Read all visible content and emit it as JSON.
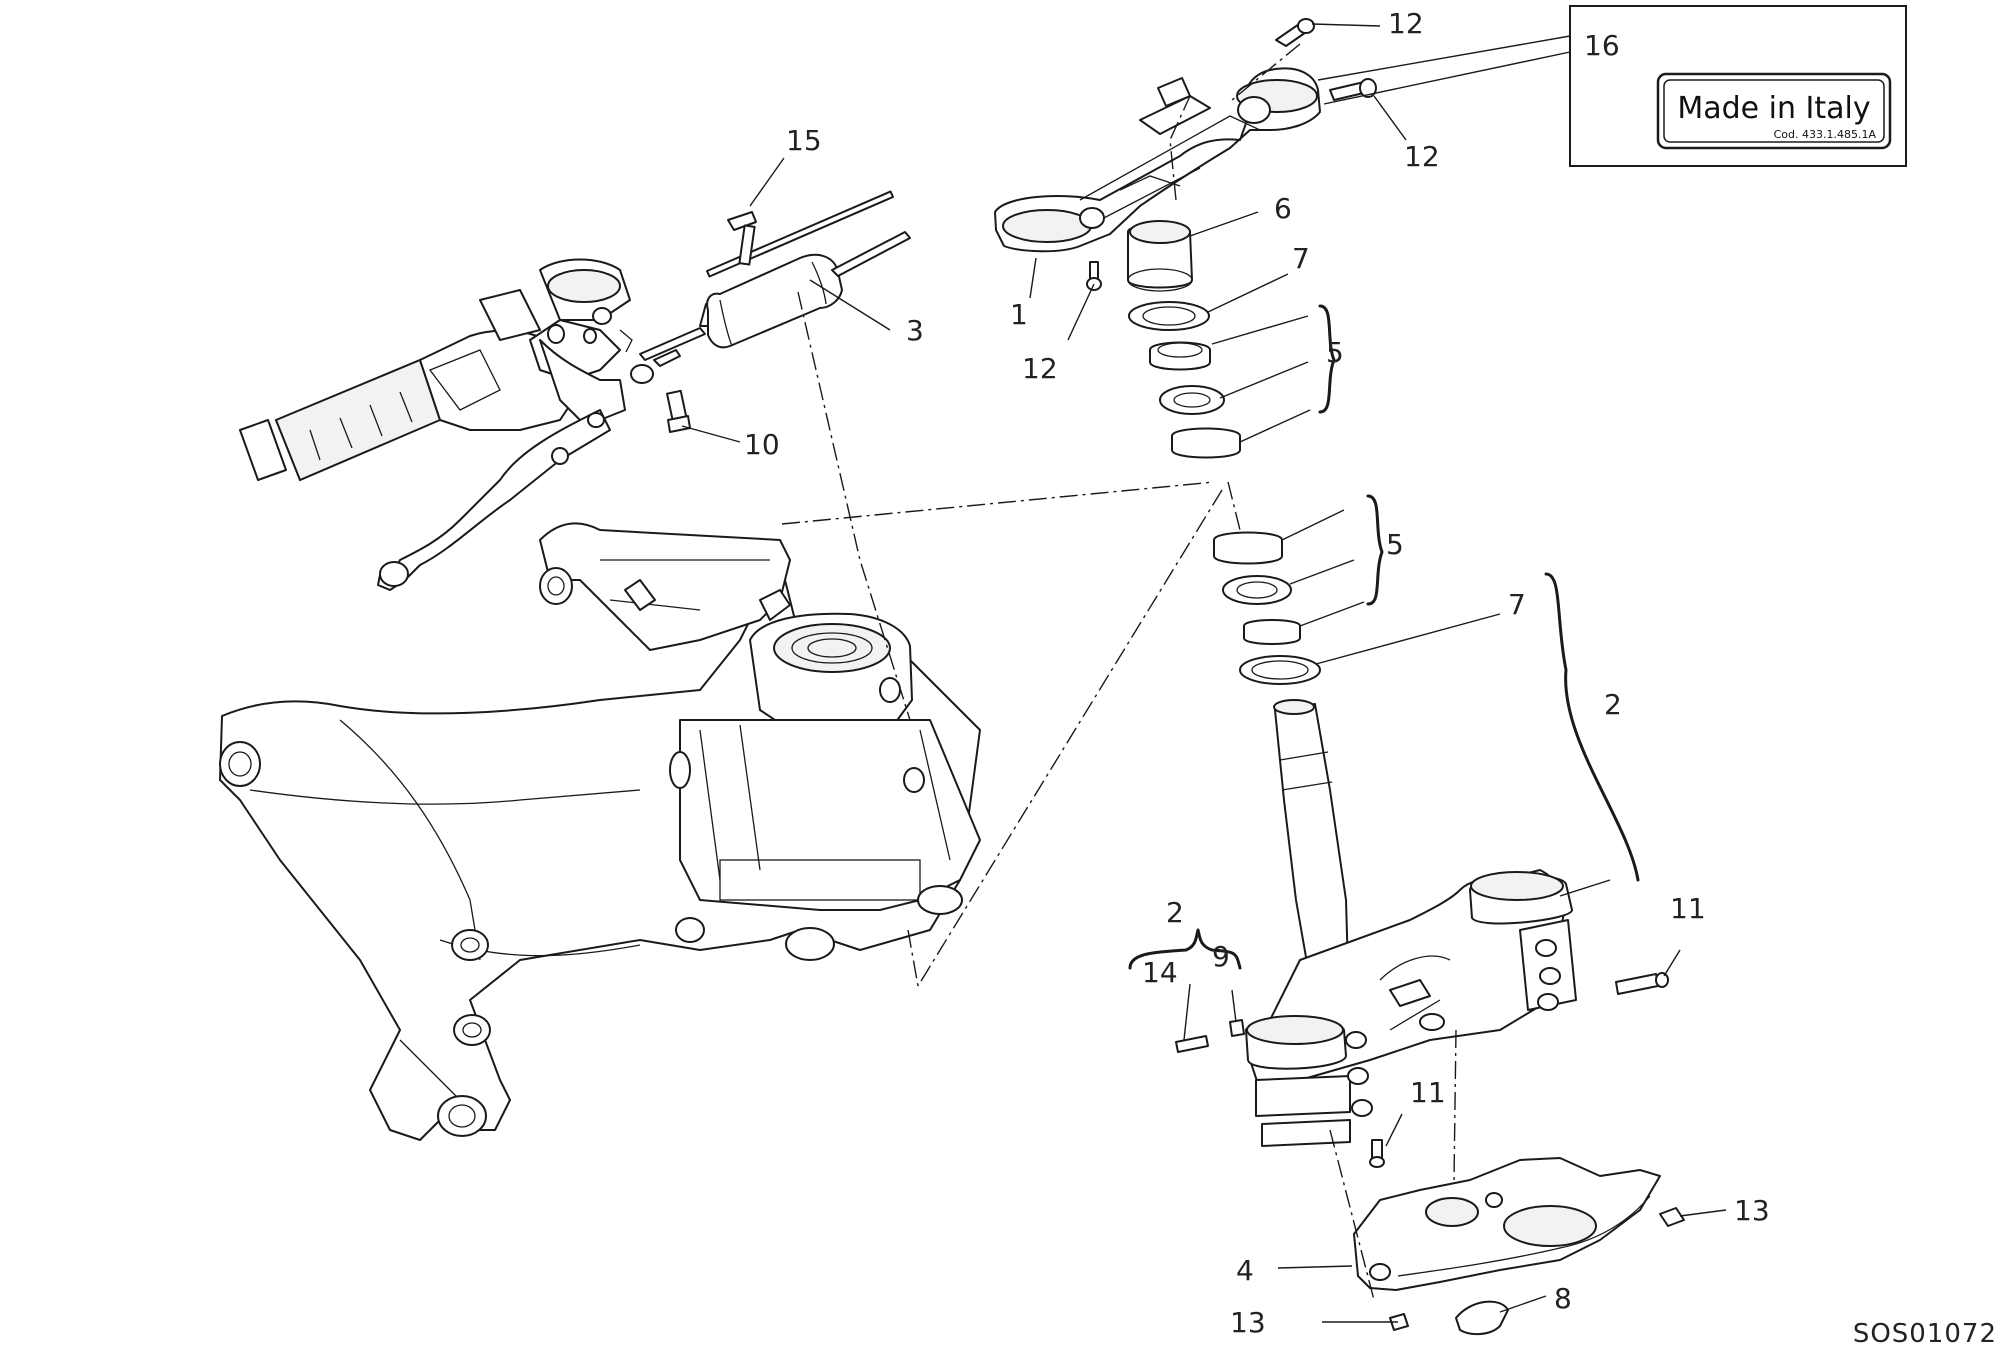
{
  "diagram_code": "SOS01072",
  "label_plate": {
    "title": "Made in Italy",
    "code": "Cod. 433.1.485.1A"
  },
  "callouts": {
    "c1": "1",
    "c2_top": "2",
    "c2_left": "2",
    "c3": "3",
    "c4": "4",
    "c5_top": "5",
    "c5_bottom": "5",
    "c6": "6",
    "c7_top": "7",
    "c7_bottom": "7",
    "c8": "8",
    "c9": "9",
    "c10": "10",
    "c11_right": "11",
    "c11_bottom": "11",
    "c12_top": "12",
    "c12_right": "12",
    "c12_left": "12",
    "c13_right": "13",
    "c13_bottom": "13",
    "c14": "14",
    "c15": "15",
    "c16": "16"
  }
}
